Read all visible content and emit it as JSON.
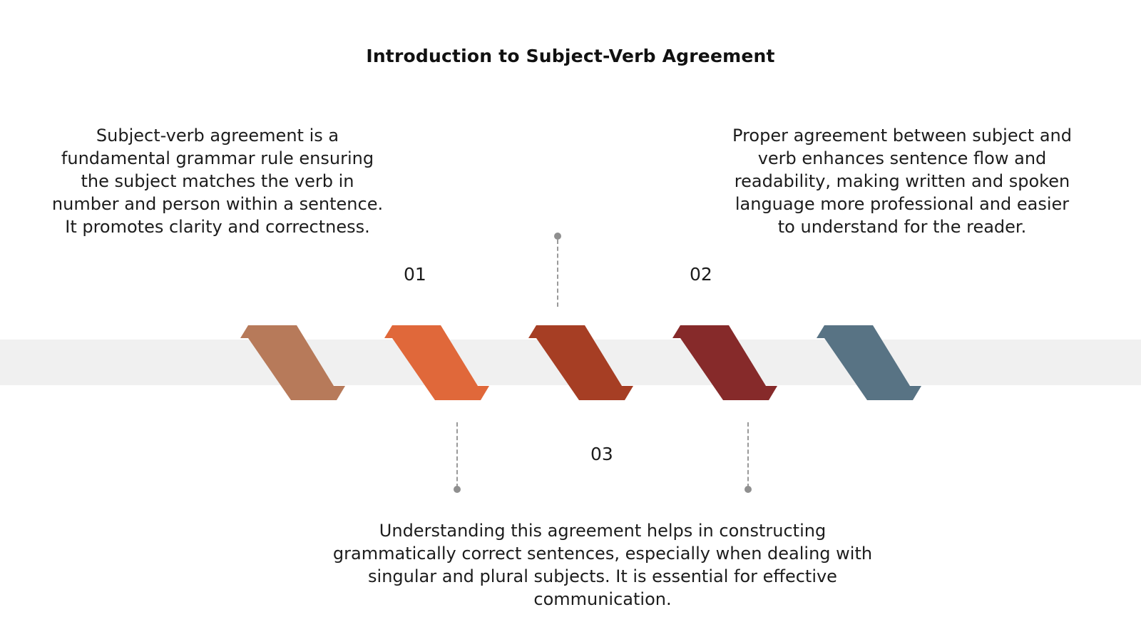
{
  "title": "Introduction to Subject-Verb Agreement",
  "colors": {
    "background": "#ffffff",
    "band": "#f0f0f0",
    "connector": "#9a9a9a",
    "shapes": [
      "#b77a5a",
      "#e0683a",
      "#a63e24",
      "#862a2a",
      "#587384"
    ]
  },
  "steps": [
    {
      "number": "01",
      "text": "Subject-verb agreement is a fundamental grammar rule ensuring the subject matches the verb in number and person within a sentence. It promotes clarity and correctness."
    },
    {
      "number": "02",
      "text": "Proper agreement between subject and verb enhances sentence flow and readability, making written and spoken language more professional and easier to understand for the reader."
    },
    {
      "number": "03",
      "text": "Understanding this agreement helps in constructing grammatically correct sentences, especially when dealing with singular and plural subjects. It is essential for effective communication."
    }
  ]
}
